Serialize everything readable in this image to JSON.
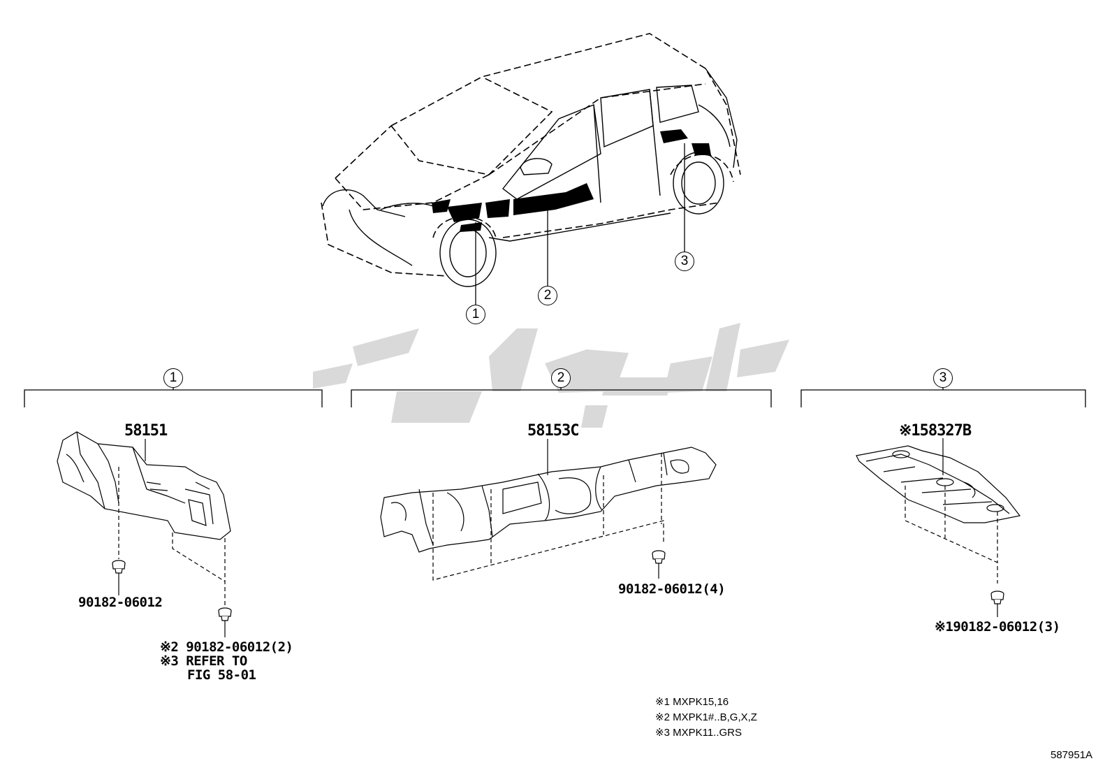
{
  "callouts": [
    "1",
    "2",
    "3"
  ],
  "groups": [
    {
      "number": "1",
      "part": "58151",
      "fastener": "90182-06012",
      "fastener_note": "※2 90182-06012(2)",
      "refer_line1": "※3 REFER TO",
      "refer_line2": "FIG 58-01"
    },
    {
      "number": "2",
      "part": "58153C",
      "fastener": "90182-06012(4)"
    },
    {
      "number": "3",
      "part": "※158327B",
      "fastener": "※190182-06012(3)"
    }
  ],
  "legend": [
    "※1 MXPK15,16",
    "※2 MXPK1#..B,G,X,Z",
    "※3 MXPK11..GRS"
  ],
  "figure_code": "587951A",
  "watermark_color": "#d9d9d9"
}
